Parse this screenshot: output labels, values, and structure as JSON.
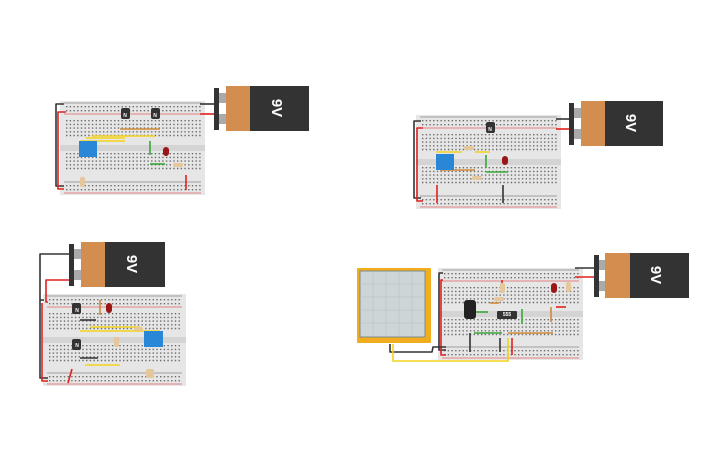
{
  "workspace": {
    "circuits": [
      {
        "battery_label": "9V",
        "transistors": [
          "N",
          "N"
        ],
        "parts": [
          "dip-switch",
          "led",
          "resistor",
          "resistor"
        ]
      },
      {
        "battery_label": "9V",
        "transistors": [
          "N"
        ],
        "parts": [
          "dip-switch",
          "led",
          "resistor",
          "resistor"
        ]
      },
      {
        "battery_label": "9V",
        "transistors": [
          "N",
          "N"
        ],
        "parts": [
          "dip-switch",
          "led",
          "resistor",
          "resistor",
          "resistor"
        ]
      },
      {
        "battery_label": "9V",
        "chip_label": "555",
        "parts": [
          "oscilloscope",
          "capacitor",
          "led",
          "resistor",
          "resistor",
          "resistor"
        ]
      }
    ]
  },
  "colors": {
    "breadboard": "#e6e6e6",
    "battery_orange": "#d38d4f",
    "battery_dark": "#333333",
    "wire_red": "#e0201e",
    "wire_black": "#333333",
    "wire_yellow": "#f2d21c",
    "wire_green": "#3aa63a",
    "wire_orange": "#d08a3a",
    "dip_switch": "#2a86d6",
    "led": "#9b1616",
    "oscilloscope_frame": "#f1ad1d",
    "oscilloscope_screen": "#cdd5d6"
  }
}
